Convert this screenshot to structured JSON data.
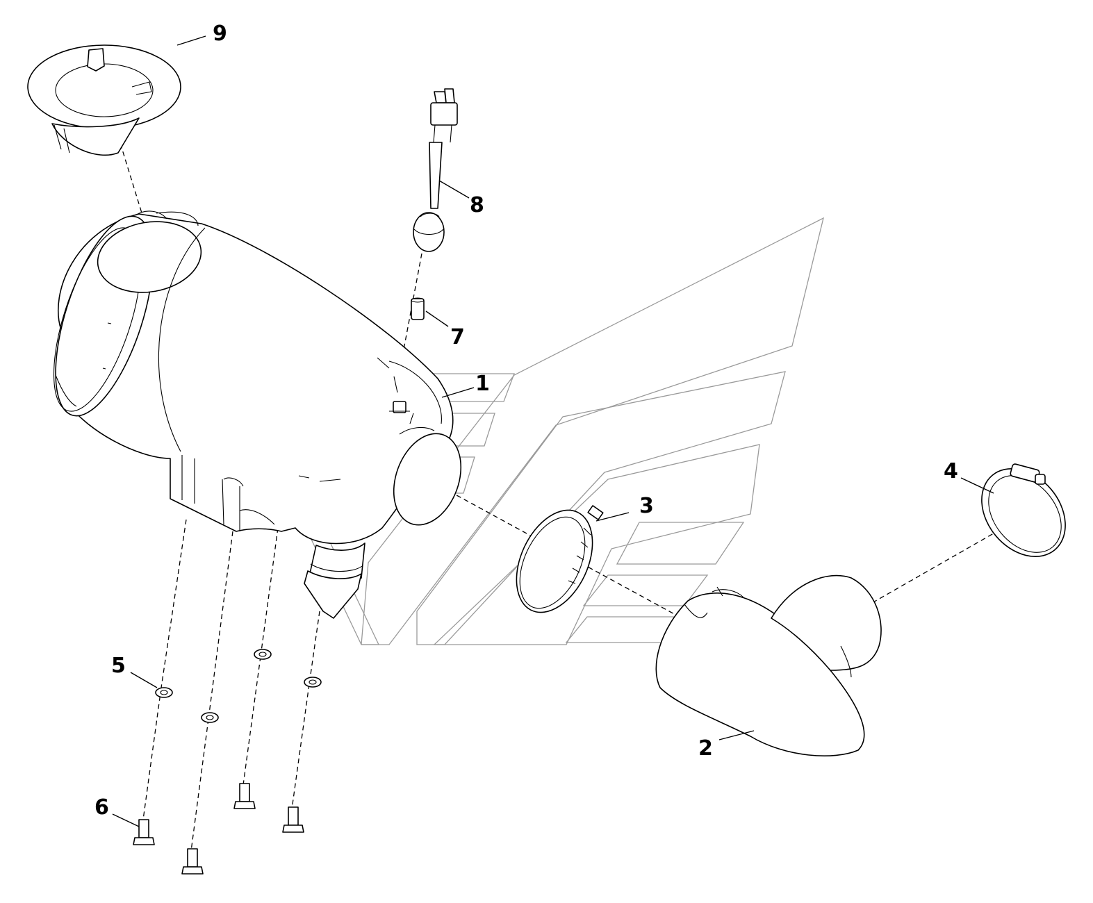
{
  "callouts": [
    {
      "id": "1",
      "text": "1"
    },
    {
      "id": "2",
      "text": "2"
    },
    {
      "id": "3",
      "text": "3"
    },
    {
      "id": "4",
      "text": "4"
    },
    {
      "id": "5",
      "text": "5"
    },
    {
      "id": "6",
      "text": "6"
    },
    {
      "id": "7",
      "text": "7"
    },
    {
      "id": "8",
      "text": "8"
    },
    {
      "id": "9",
      "text": "9"
    }
  ],
  "colors": {
    "line": "#000000",
    "watermark": "#9a9a9a",
    "background": "#ffffff"
  }
}
